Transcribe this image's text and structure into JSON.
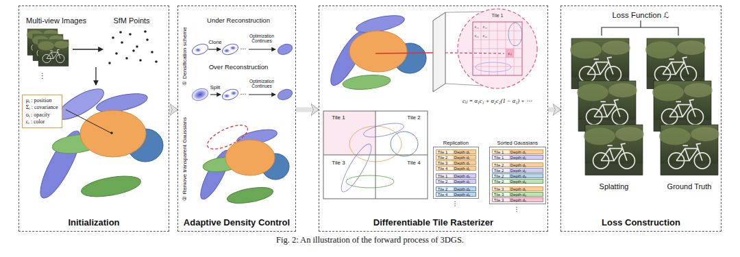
{
  "diagram": {
    "caption": "Fig. 2: An illustration of the forward process of 3DGS.",
    "nodes": [
      {
        "text": [
          "Initialization"
        ]
      },
      {
        "text": [
          "Adaptive Density Control"
        ]
      },
      {
        "text": [
          "Differentiable Tile Rasterizer"
        ]
      },
      {
        "text": [
          "Loss Construction"
        ]
      },
      {
        "text": [
          "μᵢ : position",
          "Σᵢ : covariance",
          "oᵢ : opacity",
          "cᵢ : color"
        ],
        "in": 0
      },
      {
        "text": [
          "Replication"
        ],
        "in": 2
      },
      {
        "text": [
          "Sorted Gaussians"
        ],
        "in": 2
      },
      {
        "text": [
          "Tile 1",
          "Depth d₁"
        ],
        "in": 5
      },
      {
        "text": [
          "Tile 2",
          "Depth d₁"
        ],
        "in": 5
      },
      {
        "text": [
          "Tile 3",
          "Depth d₁"
        ],
        "in": 5
      },
      {
        "text": [
          "Tile 4",
          "Depth d₁"
        ],
        "in": 5
      },
      {
        "text": [
          "Tile 1",
          "Depth d₂"
        ],
        "in": 5
      },
      {
        "text": [
          "Tile 2",
          "Depth d₂"
        ],
        "in": 5
      },
      {
        "text": [
          "Tile 2",
          "Depth d₃"
        ],
        "in": 5
      },
      {
        "text": [
          "Tile 4",
          "Depth d₃"
        ],
        "in": 5
      },
      {
        "text": [
          "Tile 1",
          "Depth d₁"
        ],
        "in": 6
      },
      {
        "text": [
          "Tile 1",
          "Depth d₂"
        ],
        "in": 6
      },
      {
        "text": [
          "Tile 2",
          "Depth d₁"
        ],
        "in": 6
      },
      {
        "text": [
          "Tile 2",
          "Depth d₂"
        ],
        "in": 6
      },
      {
        "text": [
          "Tile 2",
          "Depth d₃"
        ],
        "in": 6
      },
      {
        "text": [
          "Tile 2",
          "Depth d₄"
        ],
        "in": 6
      },
      {
        "text": [
          "Tile 3",
          "Depth d₁"
        ],
        "in": 6
      },
      {
        "text": [
          "Tile 3",
          "Depth d₄"
        ],
        "in": 6
      },
      {
        "text": [
          "Tile 3",
          "Depth d₅"
        ],
        "in": 6
      }
    ],
    "edges": [
      {
        "from": 0,
        "to": 1,
        "arrow": "to"
      },
      {
        "from": 1,
        "to": 2,
        "arrow": "to"
      },
      {
        "from": 2,
        "to": 3,
        "arrow": "to"
      }
    ],
    "labels": [
      "Multi-view Images",
      "SfM Points",
      "Under Reconstruction",
      "Clone",
      "⋯",
      "Optimization Continues",
      "Over Reconstruction",
      "Split",
      "⋯",
      "Optimization Continues",
      "① Densification scheme",
      "② Remove transparent Gaussians",
      "Tile 1",
      "c₁₁",
      "c₁₂",
      "c₂₁",
      "c₂₂",
      "cᵢⱼ",
      "cᵢⱼ = α₁c₁ + α₂c₂(1 − α₁) + ⋯",
      "Tile 1",
      "Tile 2",
      "Tile 3",
      "Tile 4",
      "⋮",
      "⋮",
      "Loss Function ℒ",
      "Splatting",
      "Ground Truth",
      "⋮"
    ]
  }
}
